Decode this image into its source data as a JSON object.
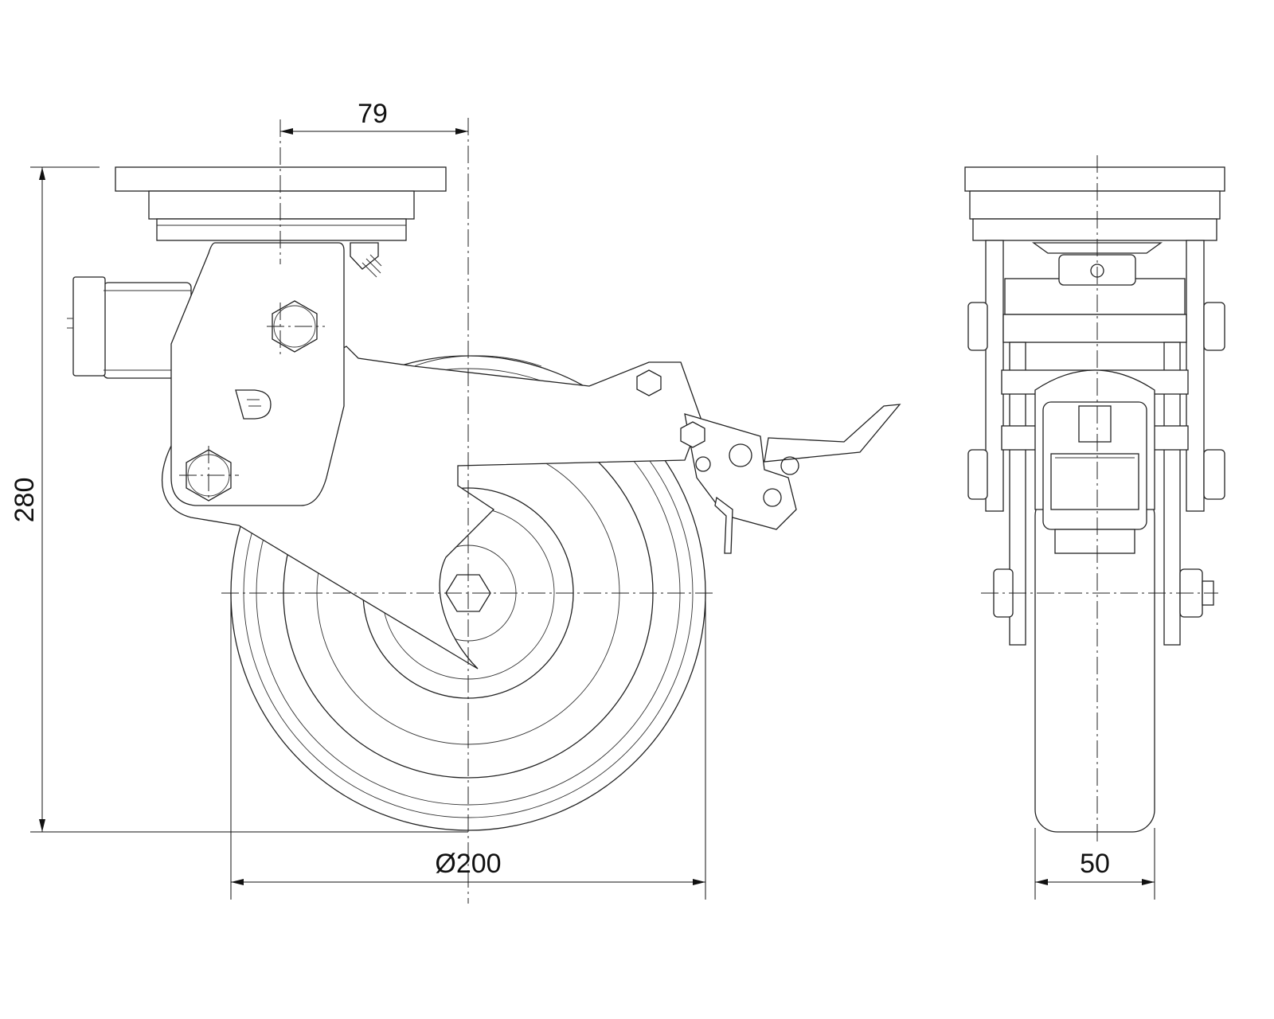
{
  "drawing": {
    "side_view": {
      "dim_offset": "79",
      "dim_height": "280",
      "dim_diameter": "Ø200",
      "logo_letter": "D"
    },
    "front_view": {
      "dim_width": "50"
    },
    "colors": {
      "line": "#222222",
      "background": "#ffffff"
    }
  }
}
